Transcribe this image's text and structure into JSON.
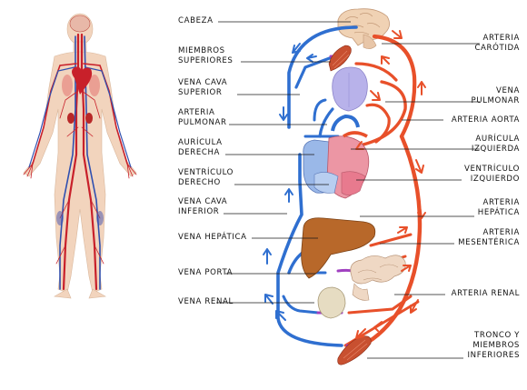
{
  "labels": {
    "cabeza": [
      "CABEZA"
    ],
    "miembros_superiores": [
      "MIEMBROS",
      "SUPERIORES"
    ],
    "vena_cava_superior": [
      "VENA CAVA",
      "SUPERIOR"
    ],
    "arteria_pulmonar": [
      "ARTERIA",
      "PULMONAR"
    ],
    "auricula_derecha": [
      "AURÍCULA",
      "DERECHA"
    ],
    "ventriculo_derecho": [
      "VENTRÍCULO",
      "DERECHO"
    ],
    "vena_cava_inferior": [
      "VENA CAVA",
      "INFERIOR"
    ],
    "vena_hepatica": [
      "VENA HEPÁTICA"
    ],
    "vena_porta": [
      "VENA PORTA"
    ],
    "vena_renal": [
      "VENA RENAL"
    ],
    "arteria_carotida": [
      "ARTERIA",
      "CARÓTIDA"
    ],
    "vena_pulmonar": [
      "VENA",
      "PULMONAR"
    ],
    "arteria_aorta": [
      "ARTERIA AORTA"
    ],
    "auricula_izquierda": [
      "AURÍCULA",
      "IZQUIERDA"
    ],
    "ventriculo_izquierdo": [
      "VENTRÍCULO",
      "IZQUIERDO"
    ],
    "arteria_hepatica": [
      "ARTERIA",
      "HEPÁTICA"
    ],
    "arteria_mesenterica": [
      "ARTERIA",
      "MESENTÉRICA"
    ],
    "arteria_renal": [
      "ARTERIA RENAL"
    ],
    "tronco_miembros_inferiores": [
      "TRONCO Y",
      "MIEMBROS",
      "INFERIORES"
    ]
  },
  "colors": {
    "vein_blue": "#2f6fd0",
    "artery_red": "#e8502a",
    "capillary_purple": "#a040c0",
    "heart_pink": "#e88a9a",
    "liver_brown": "#b86a28",
    "kidney_beige": "#e8dcc0",
    "lung_lilac": "#b8b0e8",
    "brain_beige": "#f0d8c0",
    "muscle_red": "#c85030"
  }
}
